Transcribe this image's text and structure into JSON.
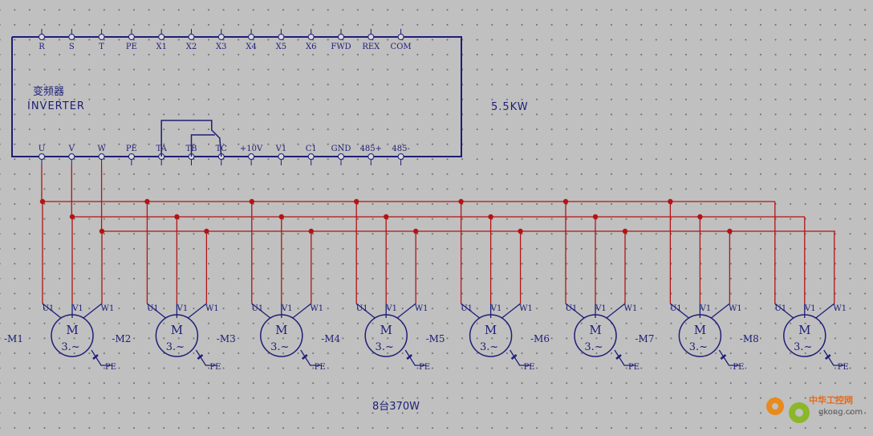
{
  "inverter": {
    "label_cn": "变频器",
    "label_en": "INVERTER",
    "power": "5.5KW",
    "top_terminals": [
      "R",
      "S",
      "T",
      "PE",
      "X1",
      "X2",
      "X3",
      "X4",
      "X5",
      "X6",
      "FWD",
      "REX",
      "COM"
    ],
    "bottom_terminals": [
      "U",
      "V",
      "W",
      "PE",
      "TA",
      "TB",
      "TC",
      "+10V",
      "V1",
      "C1",
      "GND",
      "485+",
      "485-"
    ]
  },
  "motors": [
    {
      "tag": "-M1",
      "m": "M",
      "phase": "3.~",
      "u": "U1",
      "v": "V1",
      "w": "W1",
      "pe": "PE"
    },
    {
      "tag": "-M2",
      "m": "M",
      "phase": "3.~",
      "u": "U1",
      "v": "V1",
      "w": "W1",
      "pe": "PE"
    },
    {
      "tag": "-M3",
      "m": "M",
      "phase": "3.~",
      "u": "U1",
      "v": "V1",
      "w": "W1",
      "pe": "PE"
    },
    {
      "tag": "-M4",
      "m": "M",
      "phase": "3.~",
      "u": "U1",
      "v": "V1",
      "w": "W1",
      "pe": "PE"
    },
    {
      "tag": "-M5",
      "m": "M",
      "phase": "3.~",
      "u": "U1",
      "v": "V1",
      "w": "W1",
      "pe": "PE"
    },
    {
      "tag": "-M6",
      "m": "M",
      "phase": "3.~",
      "u": "U1",
      "v": "V1",
      "w": "W1",
      "pe": "PE"
    },
    {
      "tag": "-M7",
      "m": "M",
      "phase": "3.~",
      "u": "U1",
      "v": "V1",
      "w": "W1",
      "pe": "PE"
    },
    {
      "tag": "-M8",
      "m": "M",
      "phase": "3.~",
      "u": "U1",
      "v": "V1",
      "w": "W1",
      "pe": "PE"
    }
  ],
  "caption": "8台370W",
  "watermark": {
    "brand": "中华工控网",
    "url": "gkong.com"
  },
  "colors": {
    "background": "#c0c0c0",
    "frame": "#1e1e78",
    "wire": "#b41414",
    "dot": "#6f6f6f"
  }
}
